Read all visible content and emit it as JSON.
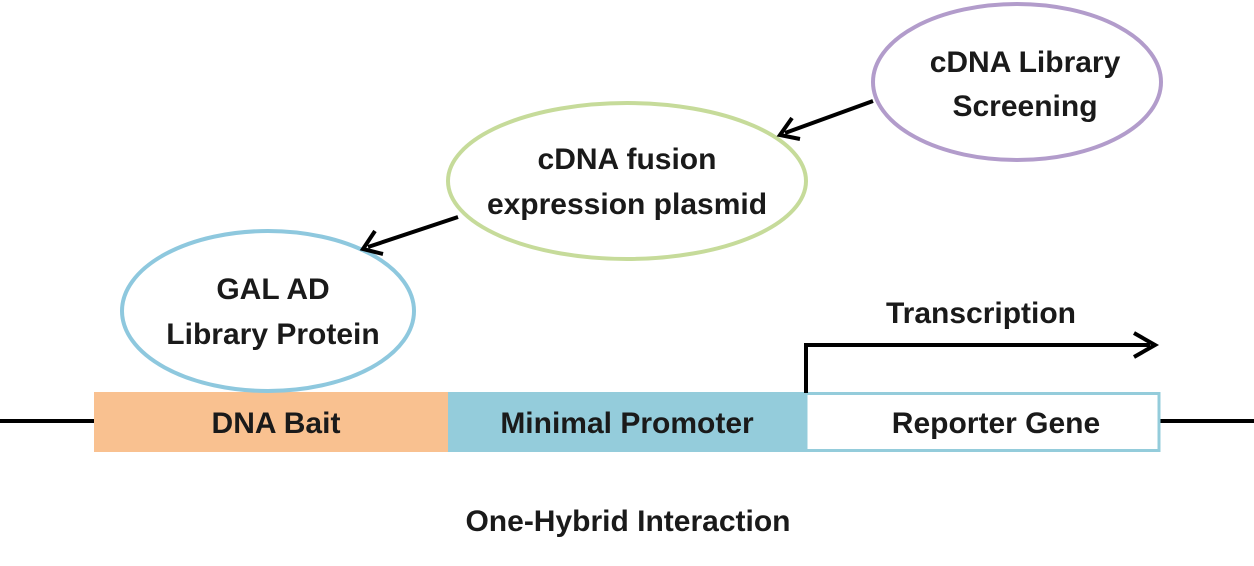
{
  "diagram": {
    "caption": "One-Hybrid Interaction",
    "colors": {
      "bait": "#f9c190",
      "promoter": "#94ccdb",
      "reporter_border": "#94ccdb",
      "library_ellipse": "#b29ccb",
      "plasmid_ellipse": "#c6db9a",
      "protein_ellipse": "#8ec8de",
      "line": "#000000"
    },
    "nodes": [
      {
        "id": "library",
        "lines": [
          "cDNA Library",
          "Screening"
        ]
      },
      {
        "id": "plasmid",
        "lines": [
          "cDNA fusion",
          "expression plasmid"
        ]
      },
      {
        "id": "protein",
        "lines": [
          "GAL AD",
          "Library Protein"
        ]
      }
    ],
    "segments": {
      "bait": "DNA Bait",
      "promoter": "Minimal Promoter",
      "reporter": "Reporter Gene"
    },
    "transcription_label": "Transcription"
  }
}
